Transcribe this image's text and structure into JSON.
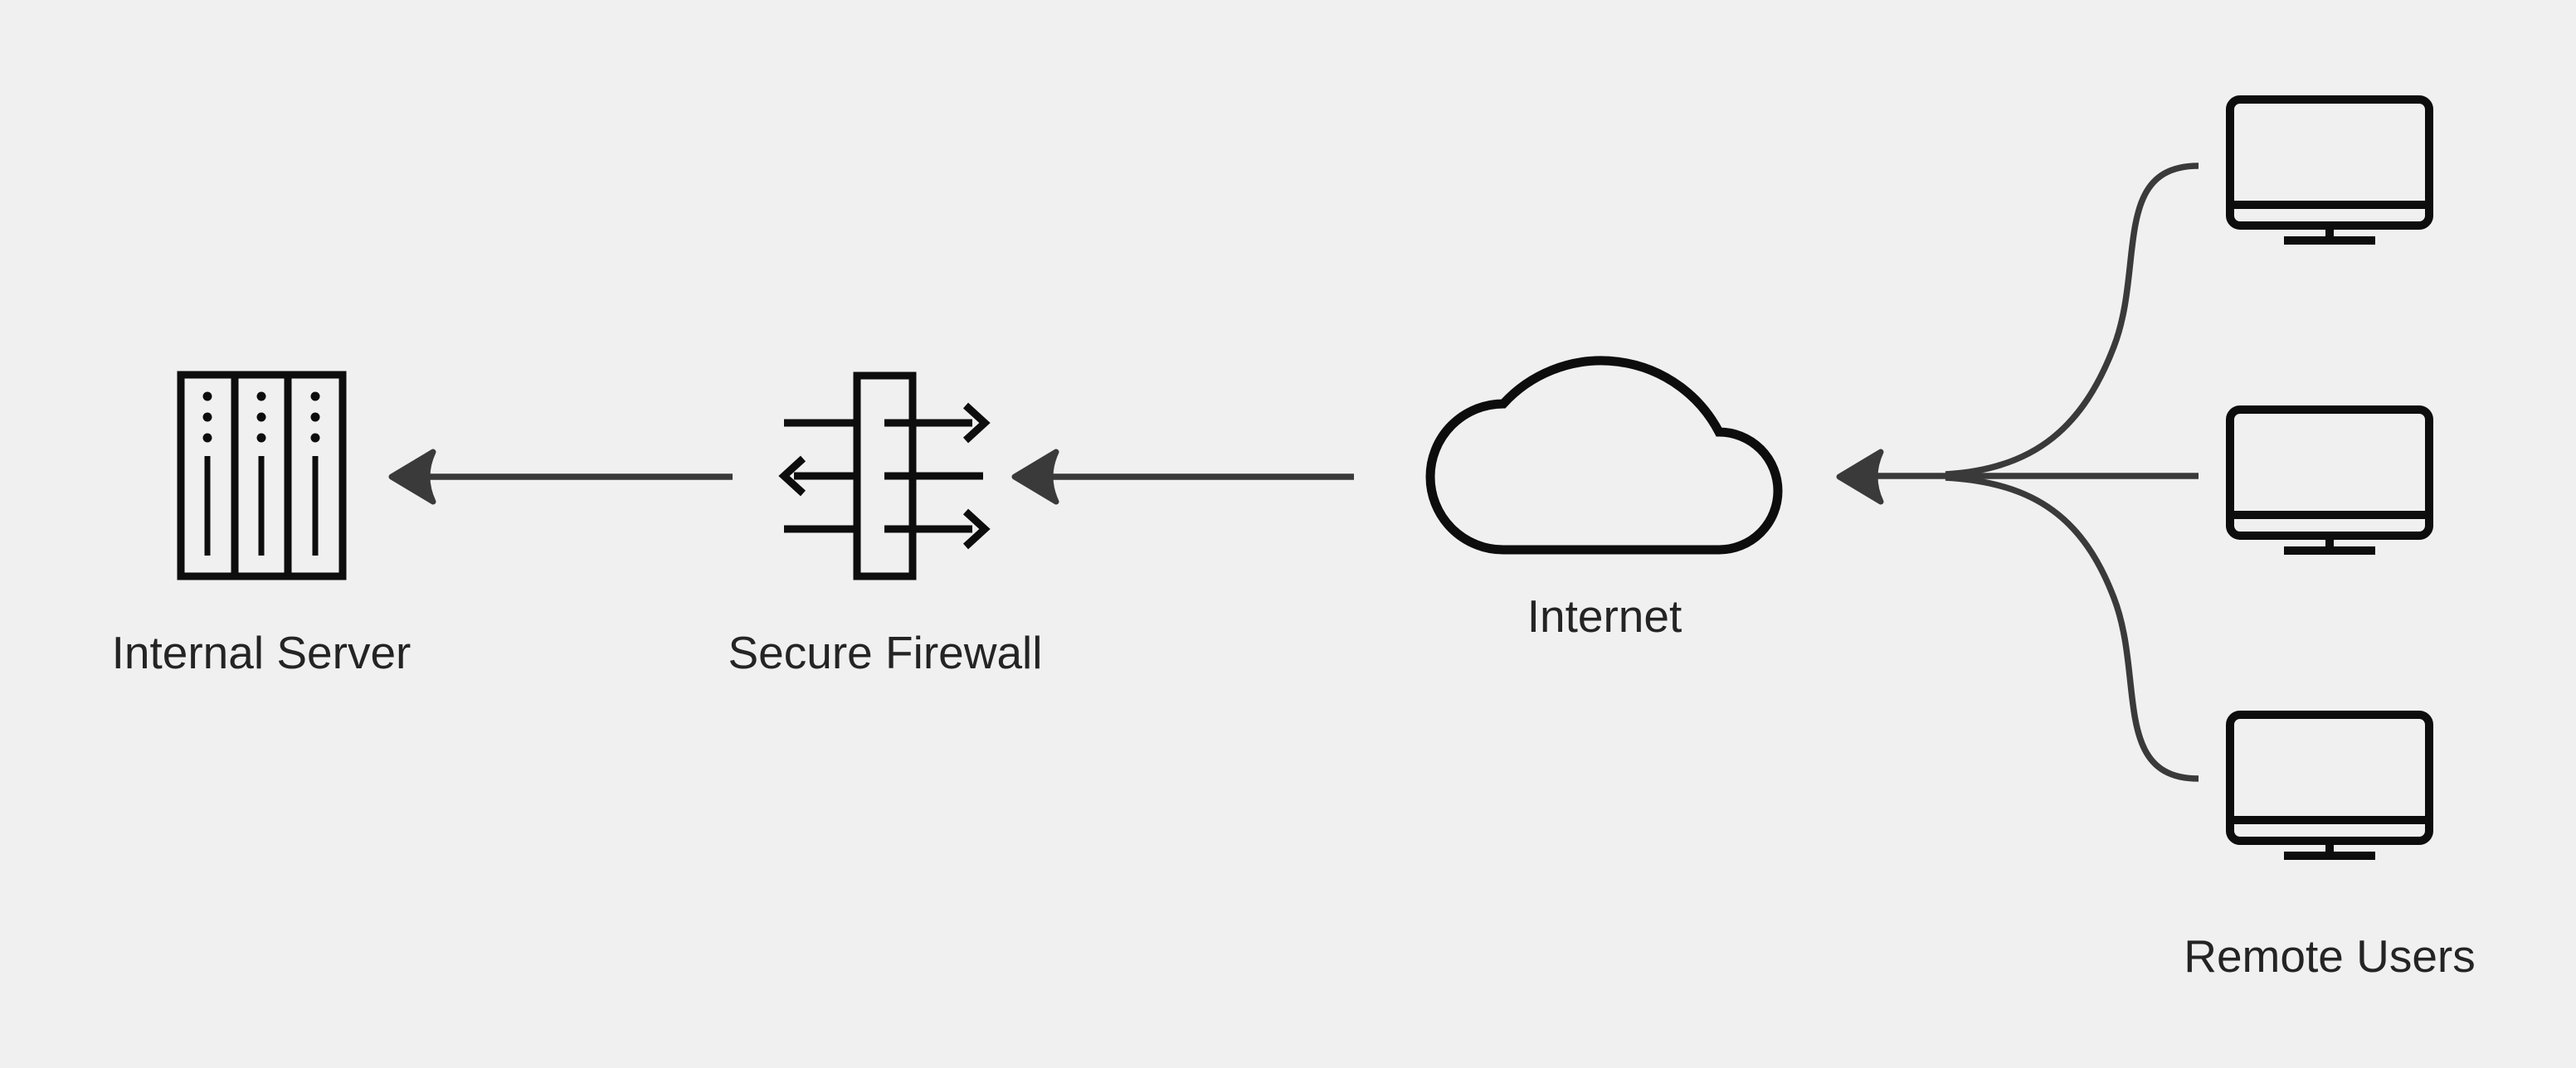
{
  "colors": {
    "bg": "#f0f0f0",
    "icon": "#0d0d0d",
    "connector": "#3a3a3a",
    "label": "#242424"
  },
  "nodes": {
    "internal_server": {
      "label": "Internal Server",
      "icon": "server-rack-icon"
    },
    "secure_firewall": {
      "label": "Secure Firewall",
      "icon": "firewall-icon"
    },
    "internet": {
      "label": "Internet",
      "icon": "cloud-icon"
    },
    "remote_users": {
      "label": "Remote Users",
      "icon": "monitor-icon",
      "monitor_count": 3
    }
  },
  "edges": [
    {
      "from": "remote_users",
      "to": "internet",
      "style": "fan-in-left-arrow"
    },
    {
      "from": "internet",
      "to": "secure_firewall",
      "style": "left-arrow"
    },
    {
      "from": "secure_firewall",
      "to": "internal_server",
      "style": "left-arrow"
    }
  ]
}
